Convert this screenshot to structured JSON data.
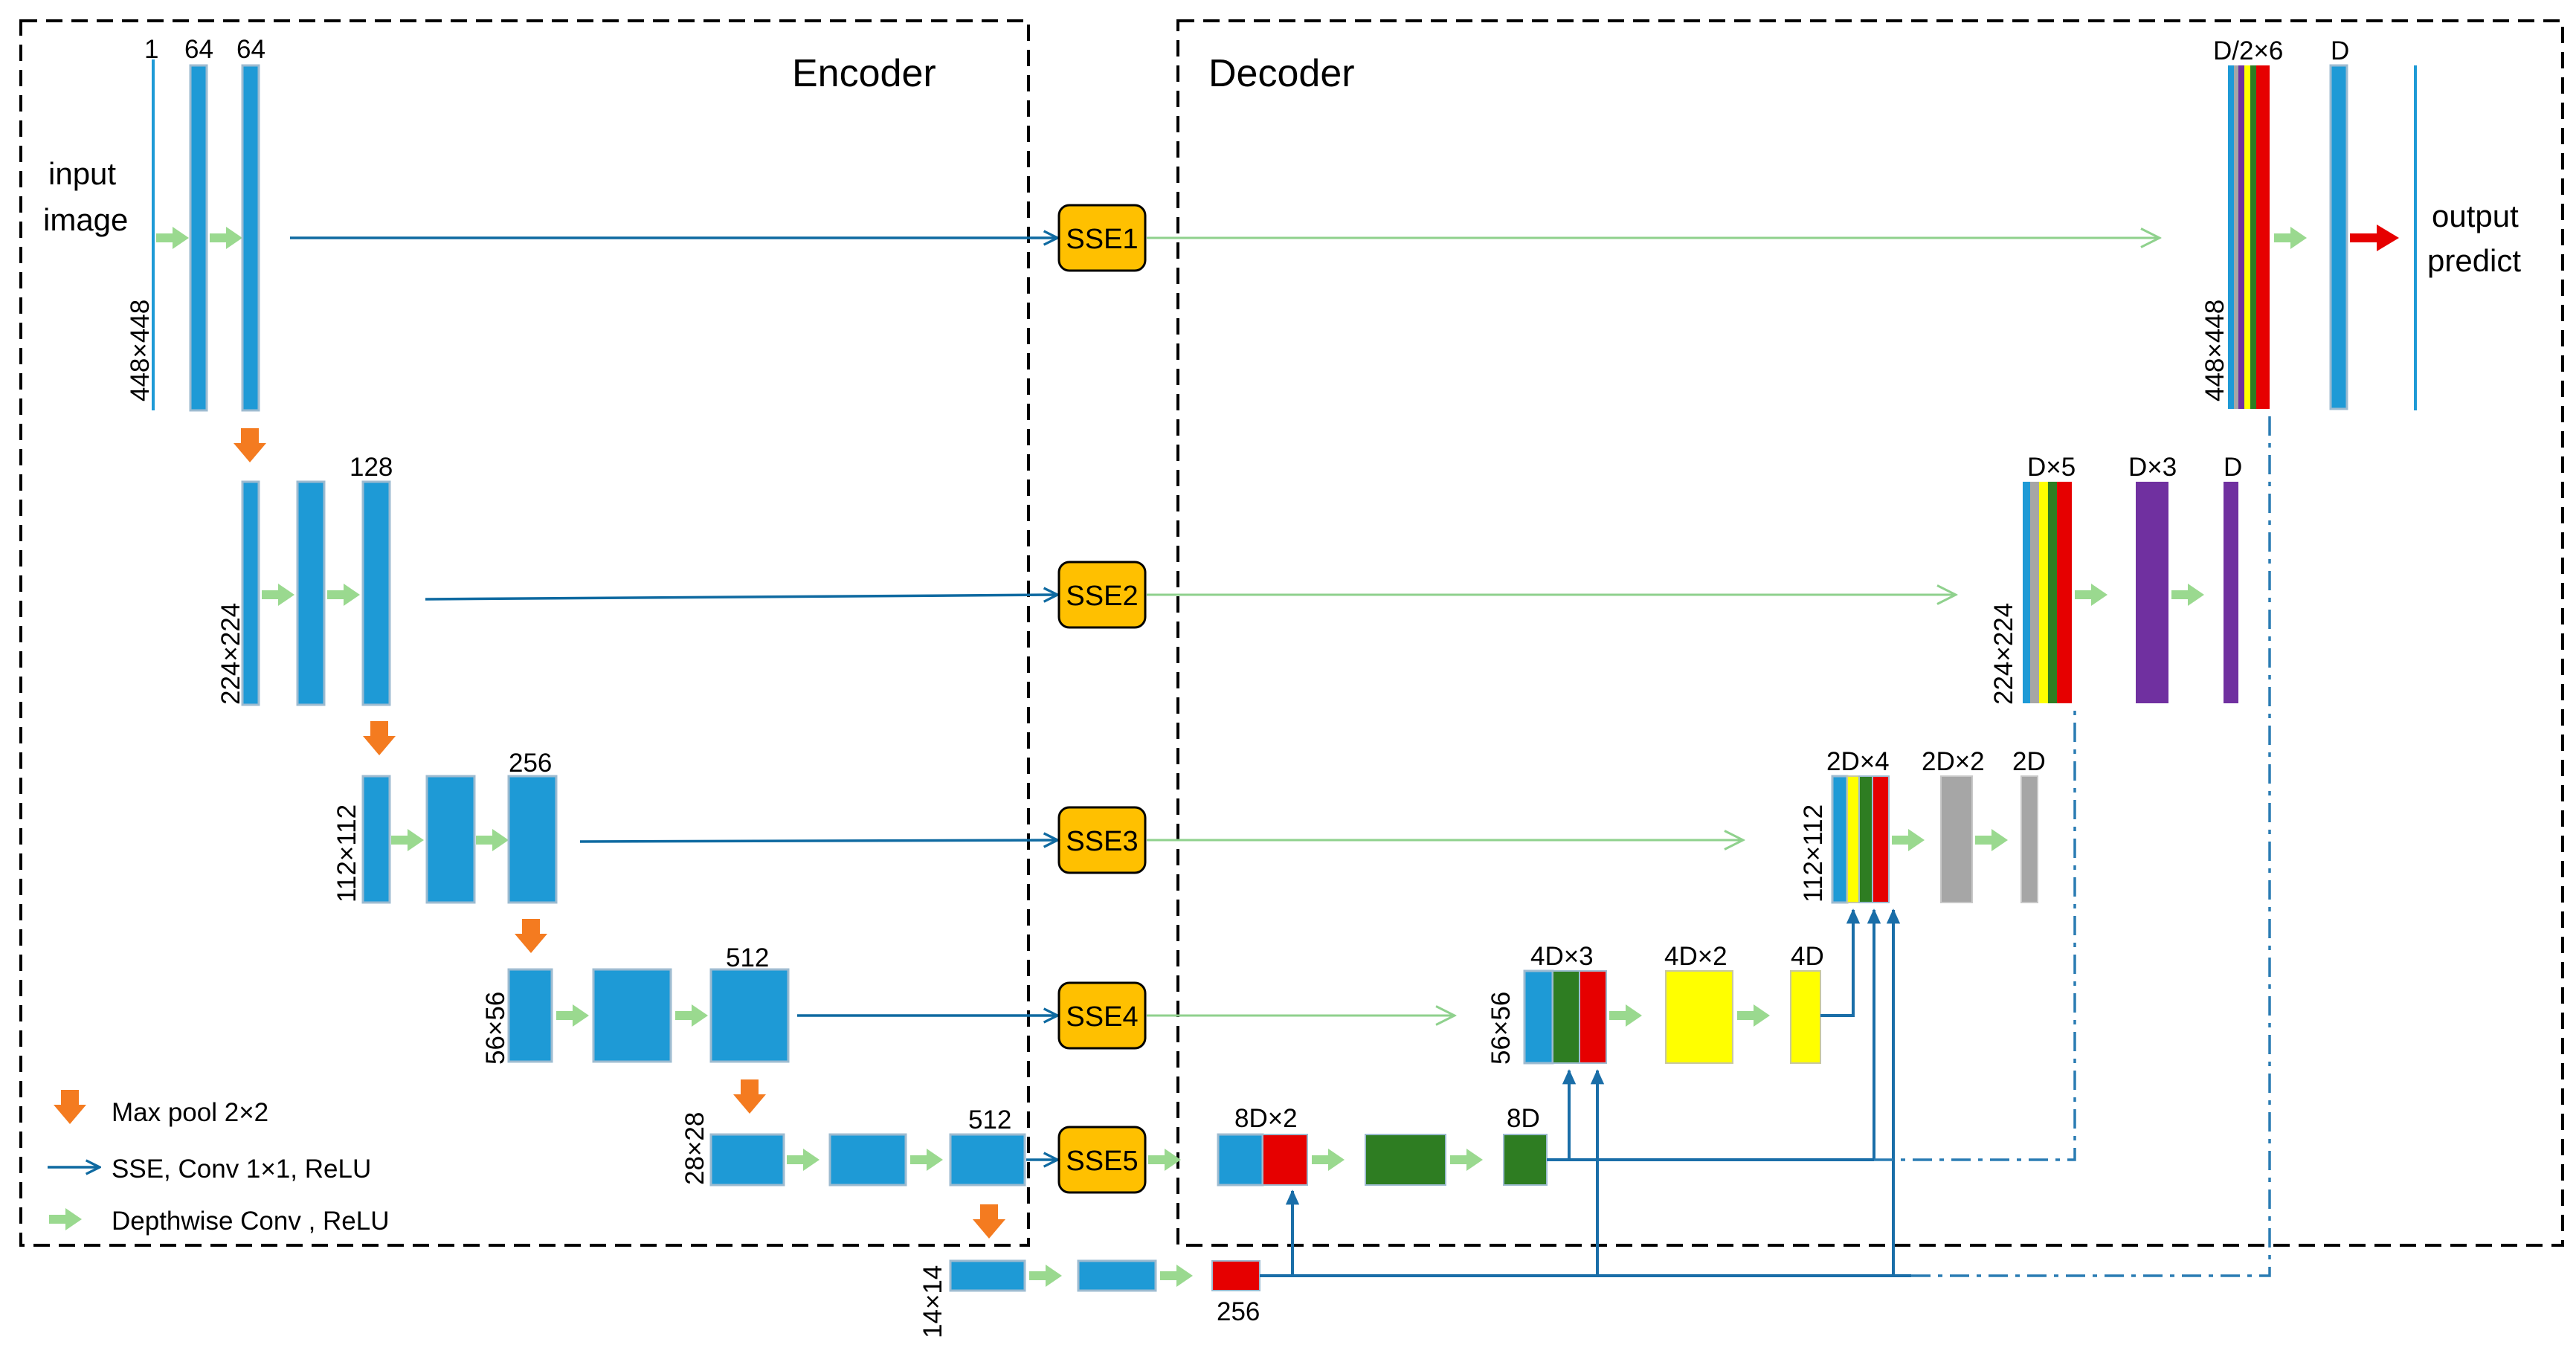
{
  "encoder": {
    "title": "Encoder",
    "input_label_line1": "input",
    "input_label_line2": "image",
    "level1": {
      "size": "448×448",
      "ch_a": "1",
      "ch_b": "64",
      "ch_c": "64"
    },
    "level2": {
      "size": "224×224",
      "ch": "128"
    },
    "level3": {
      "size": "112×112",
      "ch": "256"
    },
    "level4": {
      "size": "56×56",
      "ch": "512"
    },
    "level5": {
      "size": "28×28",
      "ch": "512"
    },
    "bottleneck": {
      "size": "14×14",
      "ch": "256"
    }
  },
  "sse": [
    "SSE1",
    "SSE2",
    "SSE3",
    "SSE4",
    "SSE5"
  ],
  "decoder": {
    "title": "Decoder",
    "level1": {
      "size": "448×448",
      "a": "D/2×6",
      "b": "D"
    },
    "output_line1": "output",
    "output_line2": "predict",
    "level2": {
      "size": "224×224",
      "a": "D×5",
      "b": "D×3",
      "c": "D"
    },
    "level3": {
      "size": "112×112",
      "a": "2D×4",
      "b": "2D×2",
      "c": "2D"
    },
    "level4": {
      "size": "56×56",
      "a": "4D×3",
      "b": "4D×2",
      "c": "4D"
    },
    "level5": {
      "a": "8D×2",
      "b": "8D"
    }
  },
  "legend": {
    "maxpool": "Max pool 2×2",
    "sse": "SSE, Conv 1×1, ReLU",
    "depthwise": "Depthwise Conv , ReLU"
  },
  "colors": {
    "feature_blue": "#1e9ad6",
    "pool_orange": "#f47b20",
    "depthwise_green": "#9ad98f",
    "sse_box": "#ffc000",
    "skip_blue": "#0f6aa1",
    "red": "#e60000",
    "dark_green": "#2e7d22",
    "yellow": "#ffff00",
    "gray": "#a6a6a6",
    "purple": "#7030a0"
  }
}
